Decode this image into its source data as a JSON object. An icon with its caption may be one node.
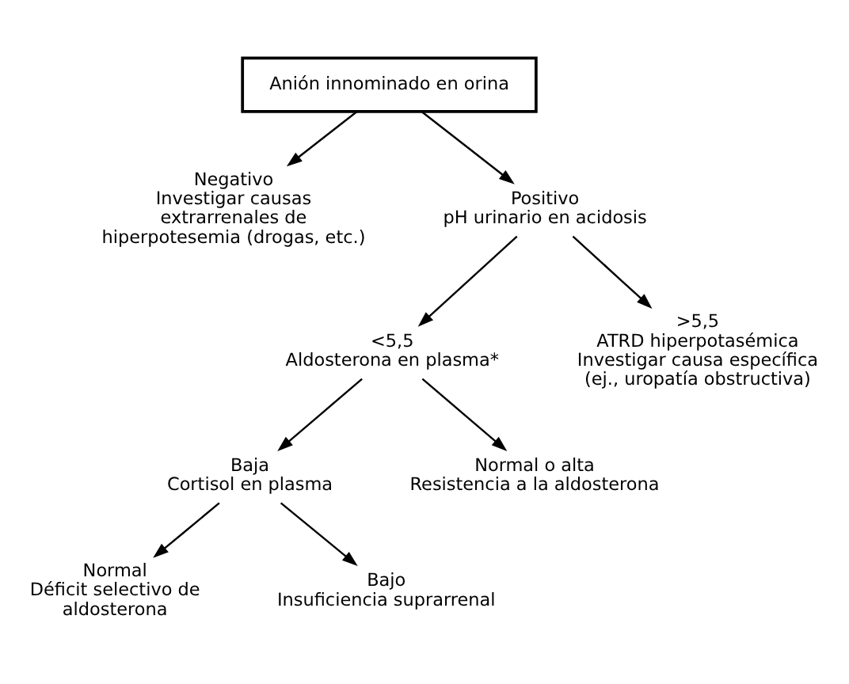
{
  "diagram": {
    "nodes": [
      {
        "text": [
          "Anión innominado en orina"
        ]
      },
      {
        "text": [
          "Negativo",
          "Investigar causas extrarrenales de hiperpotesemia (drogas, etc.)"
        ]
      },
      {
        "text": [
          "Positivo",
          "pH urinario en acidosis"
        ]
      },
      {
        "text": [
          "<5,5",
          "Aldosterona en plasma*"
        ]
      },
      {
        "text": [
          ">5,5",
          "ATRD hiperpotasémica",
          "Investigar causa específica (ej., uropatía obstructiva)"
        ]
      },
      {
        "text": [
          "Baja",
          "Cortisol en plasma"
        ]
      },
      {
        "text": [
          "Normal o alta",
          "Resistencia a la aldosterona"
        ]
      },
      {
        "text": [
          "Normal",
          "Déficit selectivo de aldosterona"
        ]
      },
      {
        "text": [
          "Bajo",
          "Insuficiencia suprarrenal"
        ]
      }
    ],
    "edges": [
      {
        "from": 0,
        "to": 1,
        "arrow": "to"
      },
      {
        "from": 0,
        "to": 2,
        "arrow": "to"
      },
      {
        "from": 2,
        "to": 3,
        "arrow": "to"
      },
      {
        "from": 2,
        "to": 4,
        "arrow": "to"
      },
      {
        "from": 3,
        "to": 5,
        "arrow": "to"
      },
      {
        "from": 3,
        "to": 6,
        "arrow": "to"
      },
      {
        "from": 5,
        "to": 7,
        "arrow": "to"
      },
      {
        "from": 5,
        "to": 8,
        "arrow": "to"
      }
    ]
  }
}
